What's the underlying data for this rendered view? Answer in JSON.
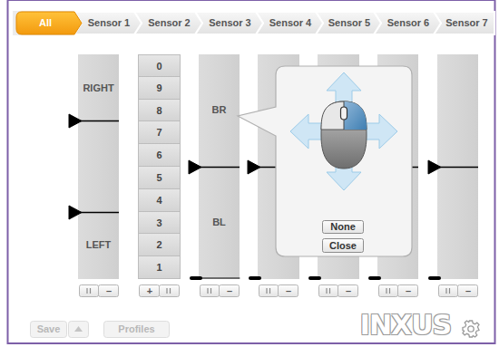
{
  "diagram": {
    "nodes": [
      {
        "text": [
          "All"
        ]
      },
      {
        "text": [
          "Sensor 1"
        ]
      },
      {
        "text": [
          "Sensor 2"
        ]
      },
      {
        "text": [
          "Sensor 3"
        ]
      },
      {
        "text": [
          "Sensor 4"
        ]
      },
      {
        "text": [
          "Sensor 5"
        ]
      },
      {
        "text": [
          "Sensor 6"
        ]
      },
      {
        "text": [
          "Sensor 7"
        ]
      },
      {
        "text": [
          "RIGHT",
          "LEFT"
        ]
      },
      {
        "text": [
          "0",
          "9",
          "8",
          "7",
          "6",
          "5",
          "4",
          "3",
          "2",
          "1"
        ]
      },
      {
        "text": [
          "BR",
          "BL"
        ]
      },
      {
        "text": [
          "None"
        ]
      },
      {
        "text": [
          "Close"
        ]
      },
      {
        "text": [
          "Save"
        ]
      },
      {
        "text": [
          "Profiles"
        ]
      }
    ],
    "labels": [
      "–",
      "+",
      "–",
      "–",
      "–",
      "–",
      "–",
      "INXUS"
    ]
  }
}
